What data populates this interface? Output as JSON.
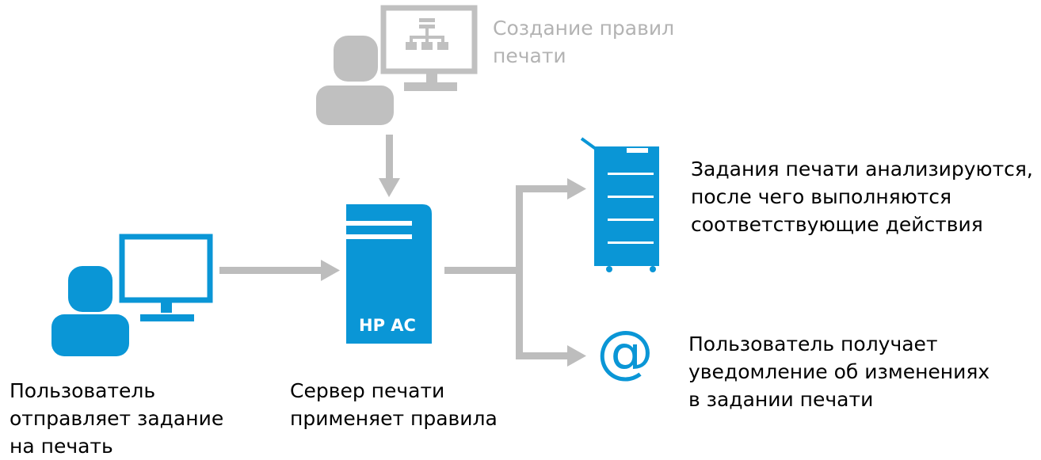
{
  "colors": {
    "accent_blue": "#0A96D6",
    "gray": "#C0C0C0",
    "arrow_gray": "#BDBDBD",
    "label_gray": "#B3B3B3"
  },
  "icons": [
    "admin-person-icon",
    "admin-monitor-icon",
    "org-chart-icon",
    "user-person-icon",
    "user-monitor-icon",
    "server-tower-icon",
    "printer-icon",
    "at-sign-icon"
  ],
  "admin": {
    "label": "Создание правил\nпечати"
  },
  "user": {
    "label": "Пользователь\nотправляет задание\nна печать"
  },
  "server": {
    "badge": "HP AC",
    "label": "Сервер печати\nприменяет правила"
  },
  "printer": {
    "label": "Задания печати анализируются,\nпосле чего выполняются\nсоответствующие действия"
  },
  "notify": {
    "symbol": "@",
    "label": "Пользователь получает\nуведомление об изменениях\nв задании печати"
  }
}
